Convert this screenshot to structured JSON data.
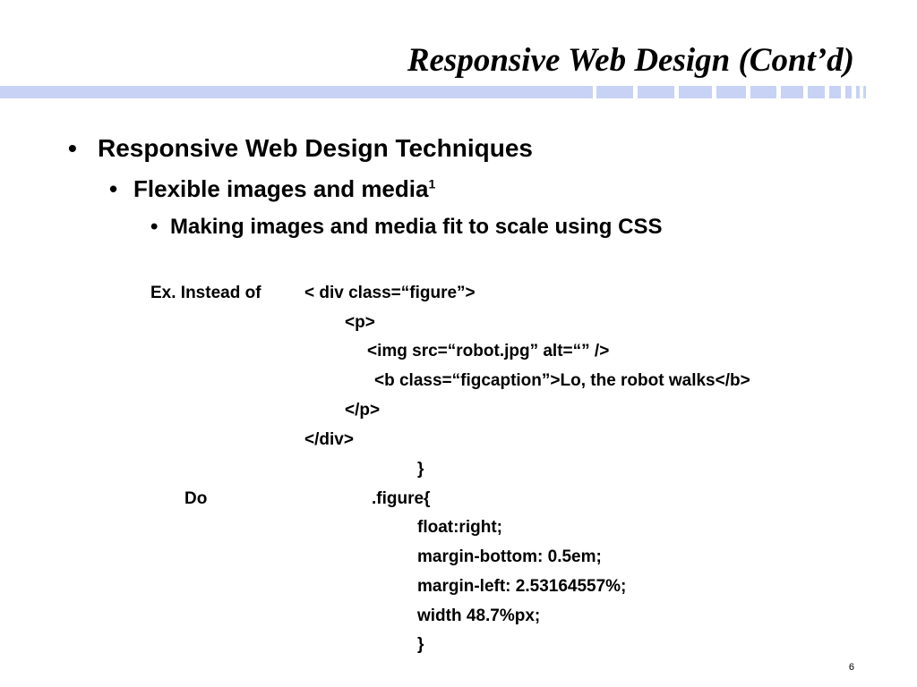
{
  "slide": {
    "title": "Responsive Web Design (Cont’d)",
    "page_number": "6",
    "accent_color": "#c7d2f5"
  },
  "bullets": {
    "level1": "Responsive Web Design Techniques",
    "level2": "Flexible images and media",
    "level2_sup": "1",
    "level3": "Making images and media fit to scale using CSS",
    "bullet_char": "•"
  },
  "example": {
    "label": "Ex. Instead of",
    "html_lines": [
      "< div class=“figure”>",
      "<p>",
      "<img src=“robot.jpg” alt=“” />",
      "<b class=“figcaption”>Lo, the robot walks</b>",
      "</p>",
      "</div>",
      "}"
    ],
    "do_label": "Do",
    "css_lines": [
      ".figure{",
      "float:right;",
      "margin-bottom: 0.5em;",
      "margin-left: 2.53164557%;",
      "width 48.7%px;",
      "}"
    ]
  }
}
